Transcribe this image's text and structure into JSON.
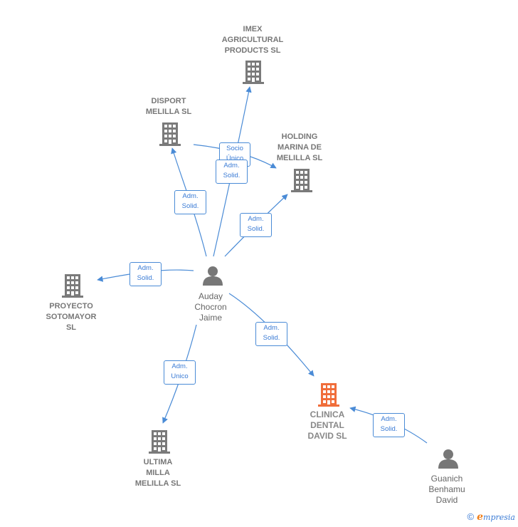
{
  "colors": {
    "edge": "#4a8bd6",
    "building_default": "#7a7a7a",
    "building_focus": "#f06d3a",
    "person": "#777777"
  },
  "nodes": {
    "imex": {
      "label": "IMEX\nAGRICULTURAL\nPRODUCTS  SL",
      "icon": "building-icon"
    },
    "disport": {
      "label": "DISPORT\nMELILLA  SL",
      "icon": "building-icon"
    },
    "holding": {
      "label": "HOLDING\nMARINA DE\nMELILLA  SL",
      "icon": "building-icon"
    },
    "proyecto": {
      "label": "PROYECTO\nSOTOMAYOR\nSL",
      "icon": "building-icon"
    },
    "clinica": {
      "label": "CLINICA\nDENTAL\nDAVID  SL",
      "icon": "building-icon"
    },
    "ultima": {
      "label": "ULTIMA\nMILLA\nMELILLA  SL",
      "icon": "building-icon"
    },
    "auday": {
      "label": "Auday\nChocron\nJaime",
      "icon": "person-icon"
    },
    "guanich": {
      "label": "Guanich\nBenhamu\nDavid",
      "icon": "person-icon"
    }
  },
  "edges": {
    "socio_disport_holding": "Socio\nÚnico",
    "adm_imex": "Adm.\nSolid.",
    "adm_disport": "Adm.\nSolid.",
    "adm_holding": "Adm.\nSolid.",
    "adm_proyecto": "Adm.\nSolid.",
    "adm_clinica": "Adm.\nSolid.",
    "adm_ultima": "Adm.\nUnico",
    "adm_guanich_clinica": "Adm.\nSolid."
  },
  "footer": {
    "copyright": "©",
    "brand_e": "e",
    "brand_rest": "mpresia"
  }
}
